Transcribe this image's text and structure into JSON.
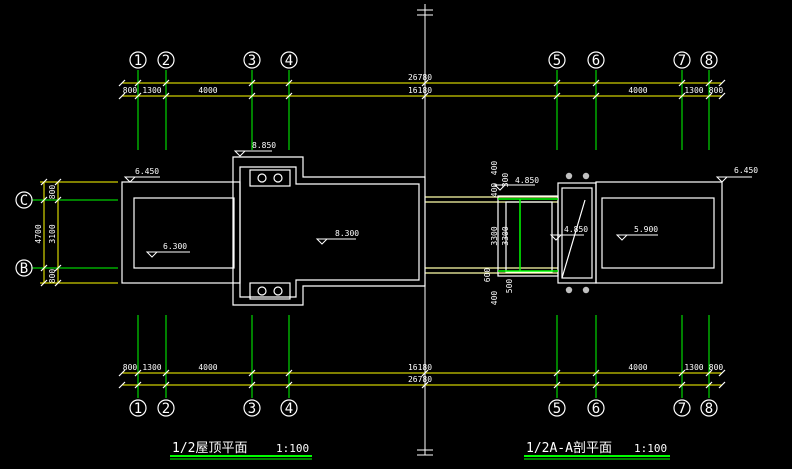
{
  "colors": {
    "background": "#000000",
    "wall": "#ffffff",
    "dimension": "#ffff00",
    "grid_line": "#00ff00",
    "axis_bubble": "#ffffff",
    "title_underline": "#00ff00",
    "column_dot": "#c0c0c0",
    "hatch": "#00ff00"
  },
  "axes_top": [
    {
      "id": "1",
      "label": "1"
    },
    {
      "id": "2",
      "label": "2"
    },
    {
      "id": "3",
      "label": "3"
    },
    {
      "id": "4",
      "label": "4"
    },
    {
      "id": "5",
      "label": "5"
    },
    {
      "id": "6",
      "label": "6"
    },
    {
      "id": "7",
      "label": "7"
    },
    {
      "id": "8",
      "label": "8"
    }
  ],
  "axes_left": [
    {
      "id": "C",
      "label": "C"
    },
    {
      "id": "B",
      "label": "B"
    }
  ],
  "dims_top": {
    "overall": "26780",
    "middle": "16180",
    "segments": [
      "800",
      "1300",
      "4000",
      "4000",
      "1300",
      "800"
    ]
  },
  "dims_bottom": {
    "overall": "26780",
    "middle": "16180",
    "segments": [
      "800",
      "1300",
      "4000",
      "4000",
      "1300",
      "800"
    ]
  },
  "dims_left": {
    "overall": "4700",
    "middle": "3100",
    "top": "800",
    "bottom": "800"
  },
  "dims_section": {
    "outer": [
      "400",
      "3300",
      "400"
    ],
    "inner": [
      "300",
      "3300",
      "500"
    ],
    "extra": [
      "600"
    ]
  },
  "elevations": {
    "left_roof": "6.450",
    "left_inner": "6.300",
    "tower_top": "8.850",
    "tower_inner": "8.300",
    "section_left": "4.850",
    "section_mid": "4.850",
    "section_inner": "5.900",
    "right_roof": "6.450"
  },
  "titles": {
    "left": "1/2屋顶平面",
    "left_scale": "1:100",
    "right": "1/2A-A剖平面",
    "right_scale": "1:100"
  }
}
